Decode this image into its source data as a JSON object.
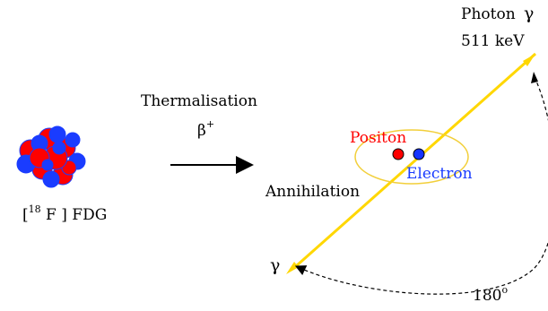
{
  "labels": {
    "photon_text": "Photon",
    "photon_gamma": "γ",
    "energy": "511 keV",
    "thermalisation": "Thermalisation",
    "beta": "β",
    "beta_sup": "+",
    "positon": "Positon",
    "electron": "Electron",
    "annihilation": "Annihilation",
    "bracket_open": "[",
    "isotope_mass": "18",
    "element": "F",
    "tracer": "] FDG",
    "gamma_bottom": "γ",
    "angle": "180",
    "angle_sup": "o"
  },
  "colors": {
    "nucleus_proton": "#ff0000",
    "nucleus_neutron": "#1a3cff",
    "ray": "#ffd700",
    "ellipse": "#f2cf3a",
    "positon": "#ff0000",
    "electron": "#1a3cff",
    "electron_particle": "#1533ff",
    "arrow": "#000000"
  },
  "icons": {
    "nucleus": "nucleus-cluster-icon",
    "arrow": "right-arrow-icon"
  }
}
